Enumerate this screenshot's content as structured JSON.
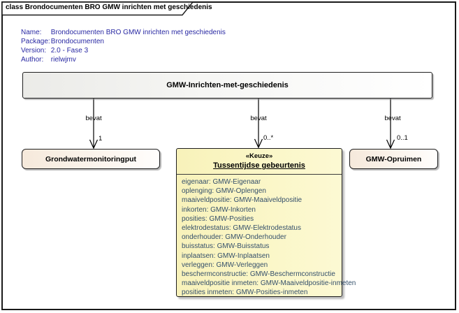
{
  "frame": {
    "title": "class Brondocumenten BRO GMW inrichten met geschiedenis"
  },
  "properties": {
    "rows": [
      {
        "label": "Name:",
        "value": "Brondocumenten BRO GMW inrichten met geschiedenis"
      },
      {
        "label": "Package:",
        "value": "Brondocumenten"
      },
      {
        "label": "Version:",
        "value": "2.0 - Fase 3"
      },
      {
        "label": "Author:",
        "value": "rielwjmv"
      }
    ]
  },
  "classes": {
    "main": {
      "name": "GMW-Inrichten-met-geschiedenis"
    },
    "grondwatermonitoringput": {
      "name": "Grondwatermonitoringput"
    },
    "tussentijdse_gebeurtenis": {
      "stereotype": "«Keuze»",
      "name": "Tussentijdse gebeurtenis",
      "attributes": [
        "eigenaar: GMW-Eigenaar",
        "oplenging: GMW-Oplengen",
        "maaiveldpositie: GMW-Maaiveldpositie",
        "inkorten: GMW-Inkorten",
        "posities: GMW-Posities",
        "elektrodestatus: GMW-Elektrodestatus",
        "onderhouder: GMW-Onderhouder",
        "buisstatus: GMW-Buisstatus",
        "inplaatsen: GMW-Inplaatsen",
        "verleggen: GMW-Verleggen",
        "beschermconstructie: GMW-Beschermconstructie",
        "maaiveldpositie inmeten: GMW-Maaiveldpositie-inmeten",
        "posities inmeten: GMW-Posities-inmeten"
      ]
    },
    "opruimen": {
      "name": "GMW-Opruimen"
    }
  },
  "connectors": {
    "left": {
      "label": "bevat",
      "multiplicity": "1"
    },
    "middle": {
      "label": "bevat",
      "multiplicity": "0..*"
    },
    "right": {
      "label": "bevat",
      "multiplicity": "0..1"
    }
  },
  "colors": {
    "property_text": "#2929a3",
    "attribute_text": "#35506b",
    "keuze_fill": "#fbf6c5",
    "class_fill": "#f6e9db",
    "frame_border": "#1a1a1a"
  }
}
